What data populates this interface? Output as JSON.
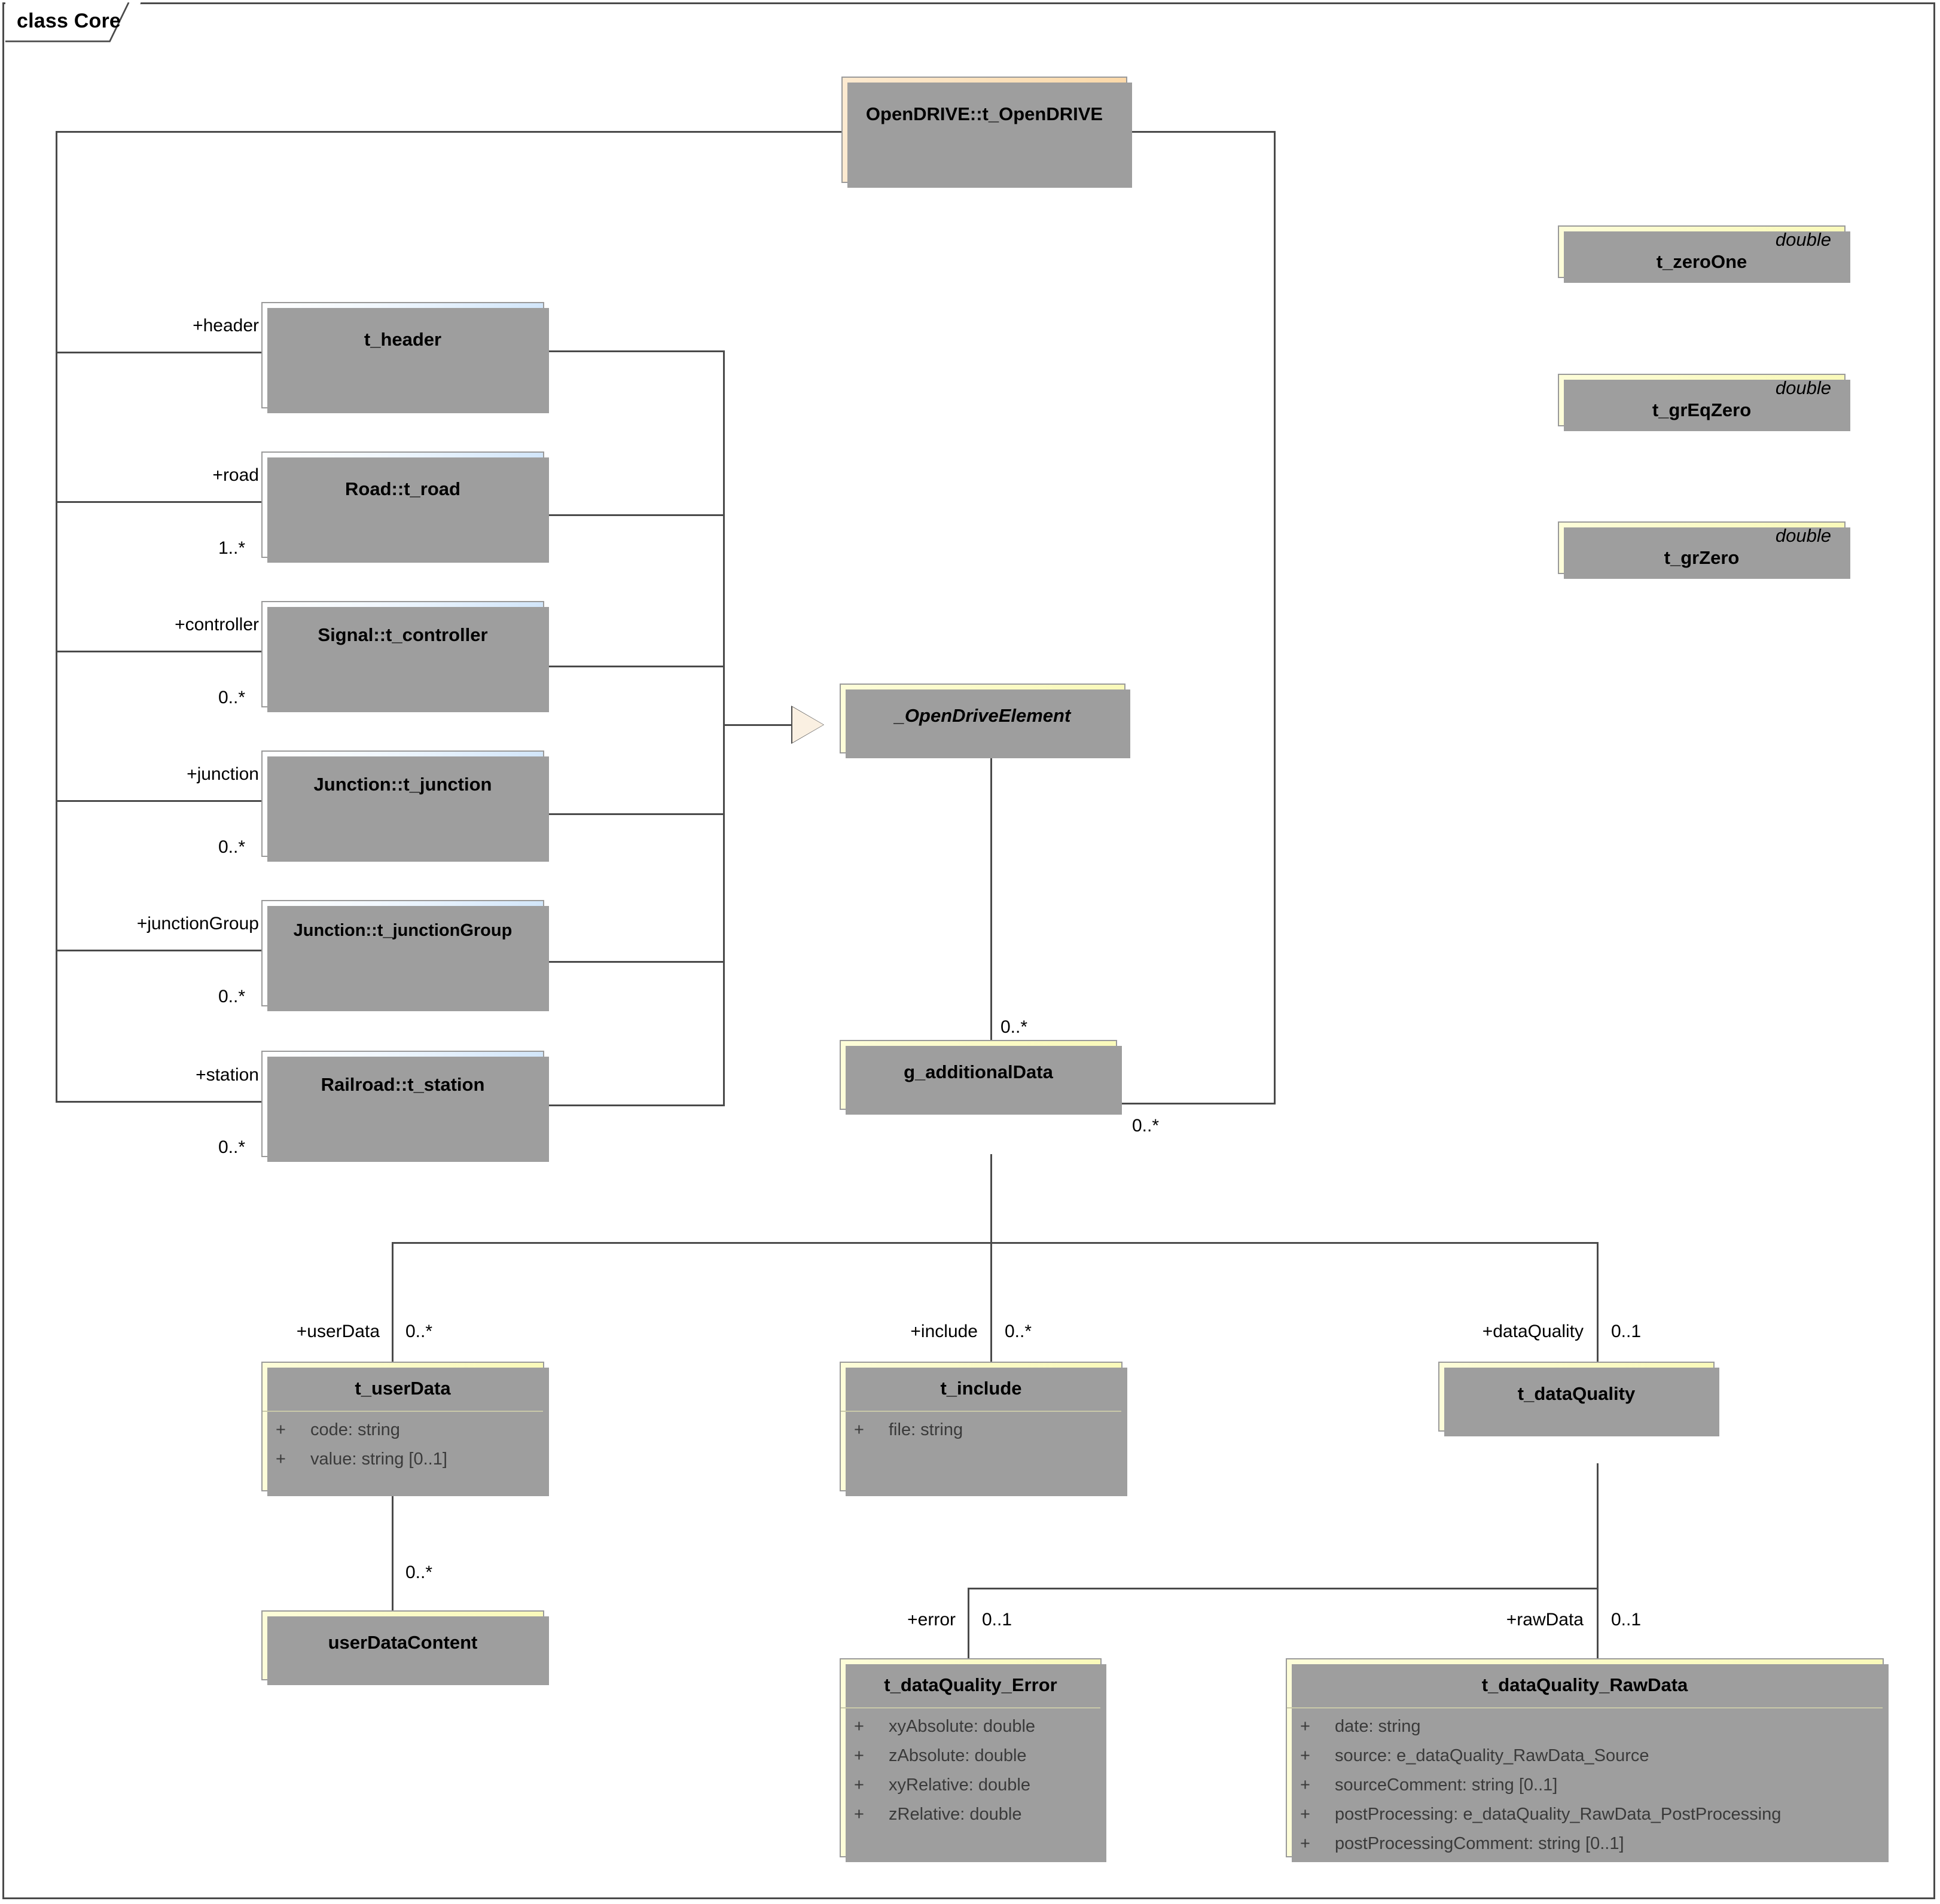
{
  "diagram": {
    "frame_label": "class Core",
    "type": "uml-class-diagram"
  },
  "classes": {
    "openDrive": {
      "name": "OpenDRIVE::t_OpenDRIVE"
    },
    "header": {
      "name": "t_header"
    },
    "road": {
      "name": "Road::t_road"
    },
    "controller": {
      "name": "Signal::t_controller"
    },
    "junction": {
      "name": "Junction::t_junction"
    },
    "junctionGroup": {
      "name": "Junction::t_junctionGroup"
    },
    "station": {
      "name": "Railroad::t_station"
    },
    "openDriveElement": {
      "name": "_OpenDriveElement"
    },
    "additionalData": {
      "name": "g_additionalData"
    },
    "userData": {
      "name": "t_userData",
      "attributes": [
        {
          "visibility": "+",
          "text": "code: string"
        },
        {
          "visibility": "+",
          "text": "value: string [0..1]"
        }
      ]
    },
    "include": {
      "name": "t_include",
      "attributes": [
        {
          "visibility": "+",
          "text": "file: string"
        }
      ]
    },
    "dataQuality": {
      "name": "t_dataQuality"
    },
    "userDataContent": {
      "name": "userDataContent"
    },
    "dataQualityError": {
      "name": "t_dataQuality_Error",
      "attributes": [
        {
          "visibility": "+",
          "text": "xyAbsolute: double"
        },
        {
          "visibility": "+",
          "text": "zAbsolute: double"
        },
        {
          "visibility": "+",
          "text": "xyRelative: double"
        },
        {
          "visibility": "+",
          "text": "zRelative: double"
        }
      ]
    },
    "dataQualityRawData": {
      "name": "t_dataQuality_RawData",
      "attributes": [
        {
          "visibility": "+",
          "text": "date: string"
        },
        {
          "visibility": "+",
          "text": "source: e_dataQuality_RawData_Source"
        },
        {
          "visibility": "+",
          "text": "sourceComment: string [0..1]"
        },
        {
          "visibility": "+",
          "text": "postProcessing: e_dataQuality_RawData_PostProcessing"
        },
        {
          "visibility": "+",
          "text": "postProcessingComment: string [0..1]"
        }
      ]
    }
  },
  "datatypes": [
    {
      "stereotype": "double",
      "name": "t_zeroOne"
    },
    {
      "stereotype": "double",
      "name": "t_grEqZero"
    },
    {
      "stereotype": "double",
      "name": "t_grZero"
    }
  ],
  "associations": {
    "header": {
      "role": "+header",
      "multiplicity": ""
    },
    "road": {
      "role": "+road",
      "multiplicity": "1..*"
    },
    "controller": {
      "role": "+controller",
      "multiplicity": "0..*"
    },
    "junction": {
      "role": "+junction",
      "multiplicity": "0..*"
    },
    "junctionGroup": {
      "role": "+junctionGroup",
      "multiplicity": "0..*"
    },
    "station": {
      "role": "+station",
      "multiplicity": "0..*"
    },
    "elementToAdditional": {
      "multiplicity": "0..*"
    },
    "additionalToOpenDrive": {
      "multiplicity": "0..*"
    },
    "userData": {
      "role": "+userData",
      "multiplicity": "0..*"
    },
    "include": {
      "role": "+include",
      "multiplicity": "0..*"
    },
    "dataQuality": {
      "role": "+dataQuality",
      "multiplicity": "0..1"
    },
    "userDataContent": {
      "multiplicity": "0..*"
    },
    "error": {
      "role": "+error",
      "multiplicity": "0..1"
    },
    "rawData": {
      "role": "+rawData",
      "multiplicity": "0..1"
    }
  },
  "colors": {
    "blue_fill": "#d2e6fa",
    "orange_fill": "#fcd9a9",
    "yellow_fill": "#fcfcc9",
    "line": "#4a4a4a",
    "shadow": "#9e9e9e",
    "border": "#9a9a9a"
  }
}
